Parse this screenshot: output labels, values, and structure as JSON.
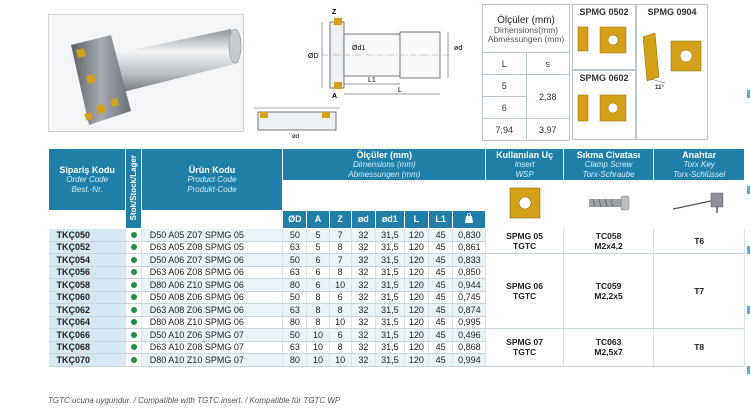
{
  "dimensions_box": {
    "title_tr": "Ölçüler (mm)",
    "title_en": "Dimensions(mm)",
    "title_de": "Abmessungen (mm)",
    "col_l": "L",
    "col_s": "s",
    "rows": [
      {
        "l": "5",
        "s": ""
      },
      {
        "l": "6",
        "s": "2,38"
      },
      {
        "l": "7,94",
        "s": "3,97"
      }
    ]
  },
  "insert_labels": {
    "spmg0502": "SPMG 0502",
    "spmg0904": "SPMG 0904",
    "spmg0602": "SPMG 0602",
    "angle": "11°"
  },
  "drawing": {
    "d_outer": "ØD",
    "d1": "Ød1",
    "d": "ød",
    "l1": "L1",
    "l": "L",
    "a": "A",
    "z": "Z"
  },
  "table": {
    "h_order_tr": "Sipariş Kodu",
    "h_order_en": "Order Code",
    "h_order_de": "Best.-Nr.",
    "h_stock": "Stok/Stock/Lager",
    "h_product_tr": "Ürün Kodu",
    "h_product_en": "Product Code",
    "h_product_de": "Produkt-Code",
    "h_dims_tr": "Ölçüler (mm)",
    "h_dims_en": "Dimensions (mm)",
    "h_dims_de": "Abmessungen (mm)",
    "h_insert_tr": "Kullanılan Uç",
    "h_insert_en": "Insert",
    "h_insert_de": "WSP",
    "h_screw_tr": "Sıkma Civatası",
    "h_screw_en": "Clamp Screw",
    "h_screw_de": "Torx-Schraube",
    "h_key_tr": "Anahtar",
    "h_key_en": "Torx Key",
    "h_key_de": "Torx-Schlüssel",
    "cols": [
      "ØD",
      "A",
      "Z",
      "ød",
      "ød1",
      "L",
      "L1"
    ],
    "rows": [
      {
        "code": "TKÇ050",
        "product": "D50 A05 Z07 SPMG 05",
        "D": "50",
        "A": "5",
        "Z": "7",
        "d": "32",
        "d1": "31,5",
        "L": "120",
        "L1": "45",
        "kg": "0,830"
      },
      {
        "code": "TKÇ052",
        "product": "D63 A05 Z08 SPMG 05",
        "D": "63",
        "A": "5",
        "Z": "8",
        "d": "32",
        "d1": "31,5",
        "L": "120",
        "L1": "45",
        "kg": "0,861"
      },
      {
        "code": "TKÇ054",
        "product": "D50 A06 Z07 SPMG 06",
        "D": "50",
        "A": "6",
        "Z": "7",
        "d": "32",
        "d1": "31,5",
        "L": "120",
        "L1": "45",
        "kg": "0,833"
      },
      {
        "code": "TKÇ056",
        "product": "D63 A06 Z08 SPMG 06",
        "D": "63",
        "A": "6",
        "Z": "8",
        "d": "32",
        "d1": "31,5",
        "L": "120",
        "L1": "45",
        "kg": "0,850"
      },
      {
        "code": "TKÇ058",
        "product": "D80 A06 Z10 SPMG 06",
        "D": "80",
        "A": "6",
        "Z": "10",
        "d": "32",
        "d1": "31,5",
        "L": "120",
        "L1": "45",
        "kg": "0,944"
      },
      {
        "code": "TKÇ060",
        "product": "D50 A08 Z06 SPMG 06",
        "D": "50",
        "A": "8",
        "Z": "6",
        "d": "32",
        "d1": "31,5",
        "L": "120",
        "L1": "45",
        "kg": "0,745"
      },
      {
        "code": "TKÇ062",
        "product": "D63 A08 Z06 SPMG 06",
        "D": "63",
        "A": "8",
        "Z": "8",
        "d": "32",
        "d1": "31,5",
        "L": "120",
        "L1": "45",
        "kg": "0,874"
      },
      {
        "code": "TKÇ064",
        "product": "D80 A08 Z10 SPMG 06",
        "D": "80",
        "A": "8",
        "Z": "10",
        "d": "32",
        "d1": "31,5",
        "L": "120",
        "L1": "45",
        "kg": "0,995"
      },
      {
        "code": "TKÇ066",
        "product": "D50 A10 Z06 SPMG 07",
        "D": "50",
        "A": "10",
        "Z": "6",
        "d": "32",
        "d1": "31,5",
        "L": "120",
        "L1": "45",
        "kg": "0,496"
      },
      {
        "code": "TKÇ068",
        "product": "D63 A10 Z08 SPMG 07",
        "D": "63",
        "A": "10",
        "Z": "8",
        "d": "32",
        "d1": "31,5",
        "L": "120",
        "L1": "45",
        "kg": "0,868"
      },
      {
        "code": "TKÇ070",
        "product": "D80 A10 Z10 SPMG 07",
        "D": "80",
        "A": "10",
        "Z": "10",
        "d": "32",
        "d1": "31,5",
        "L": "120",
        "L1": "45",
        "kg": "0,994"
      }
    ],
    "groups": [
      {
        "insert": "SPMG 05\nTGTC",
        "screw": "TC058\nM2x4,2",
        "key": "T6"
      },
      {
        "insert": "SPMG 06\nTGTC",
        "screw": "TC059\nM2,2x5",
        "key": "T7"
      },
      {
        "insert": "SPMG 07\nTGTC",
        "screw": "TC063\nM2,5x7",
        "key": "T8"
      }
    ]
  },
  "footnote": "TGTC ucuna uygundur. / Compatible with TGTC insert. / Kompatible für TGTC WP",
  "colors": {
    "header": "#1f7fa9",
    "stock_dot": "#1f8f4a",
    "insert_gold": "#d4a017"
  }
}
